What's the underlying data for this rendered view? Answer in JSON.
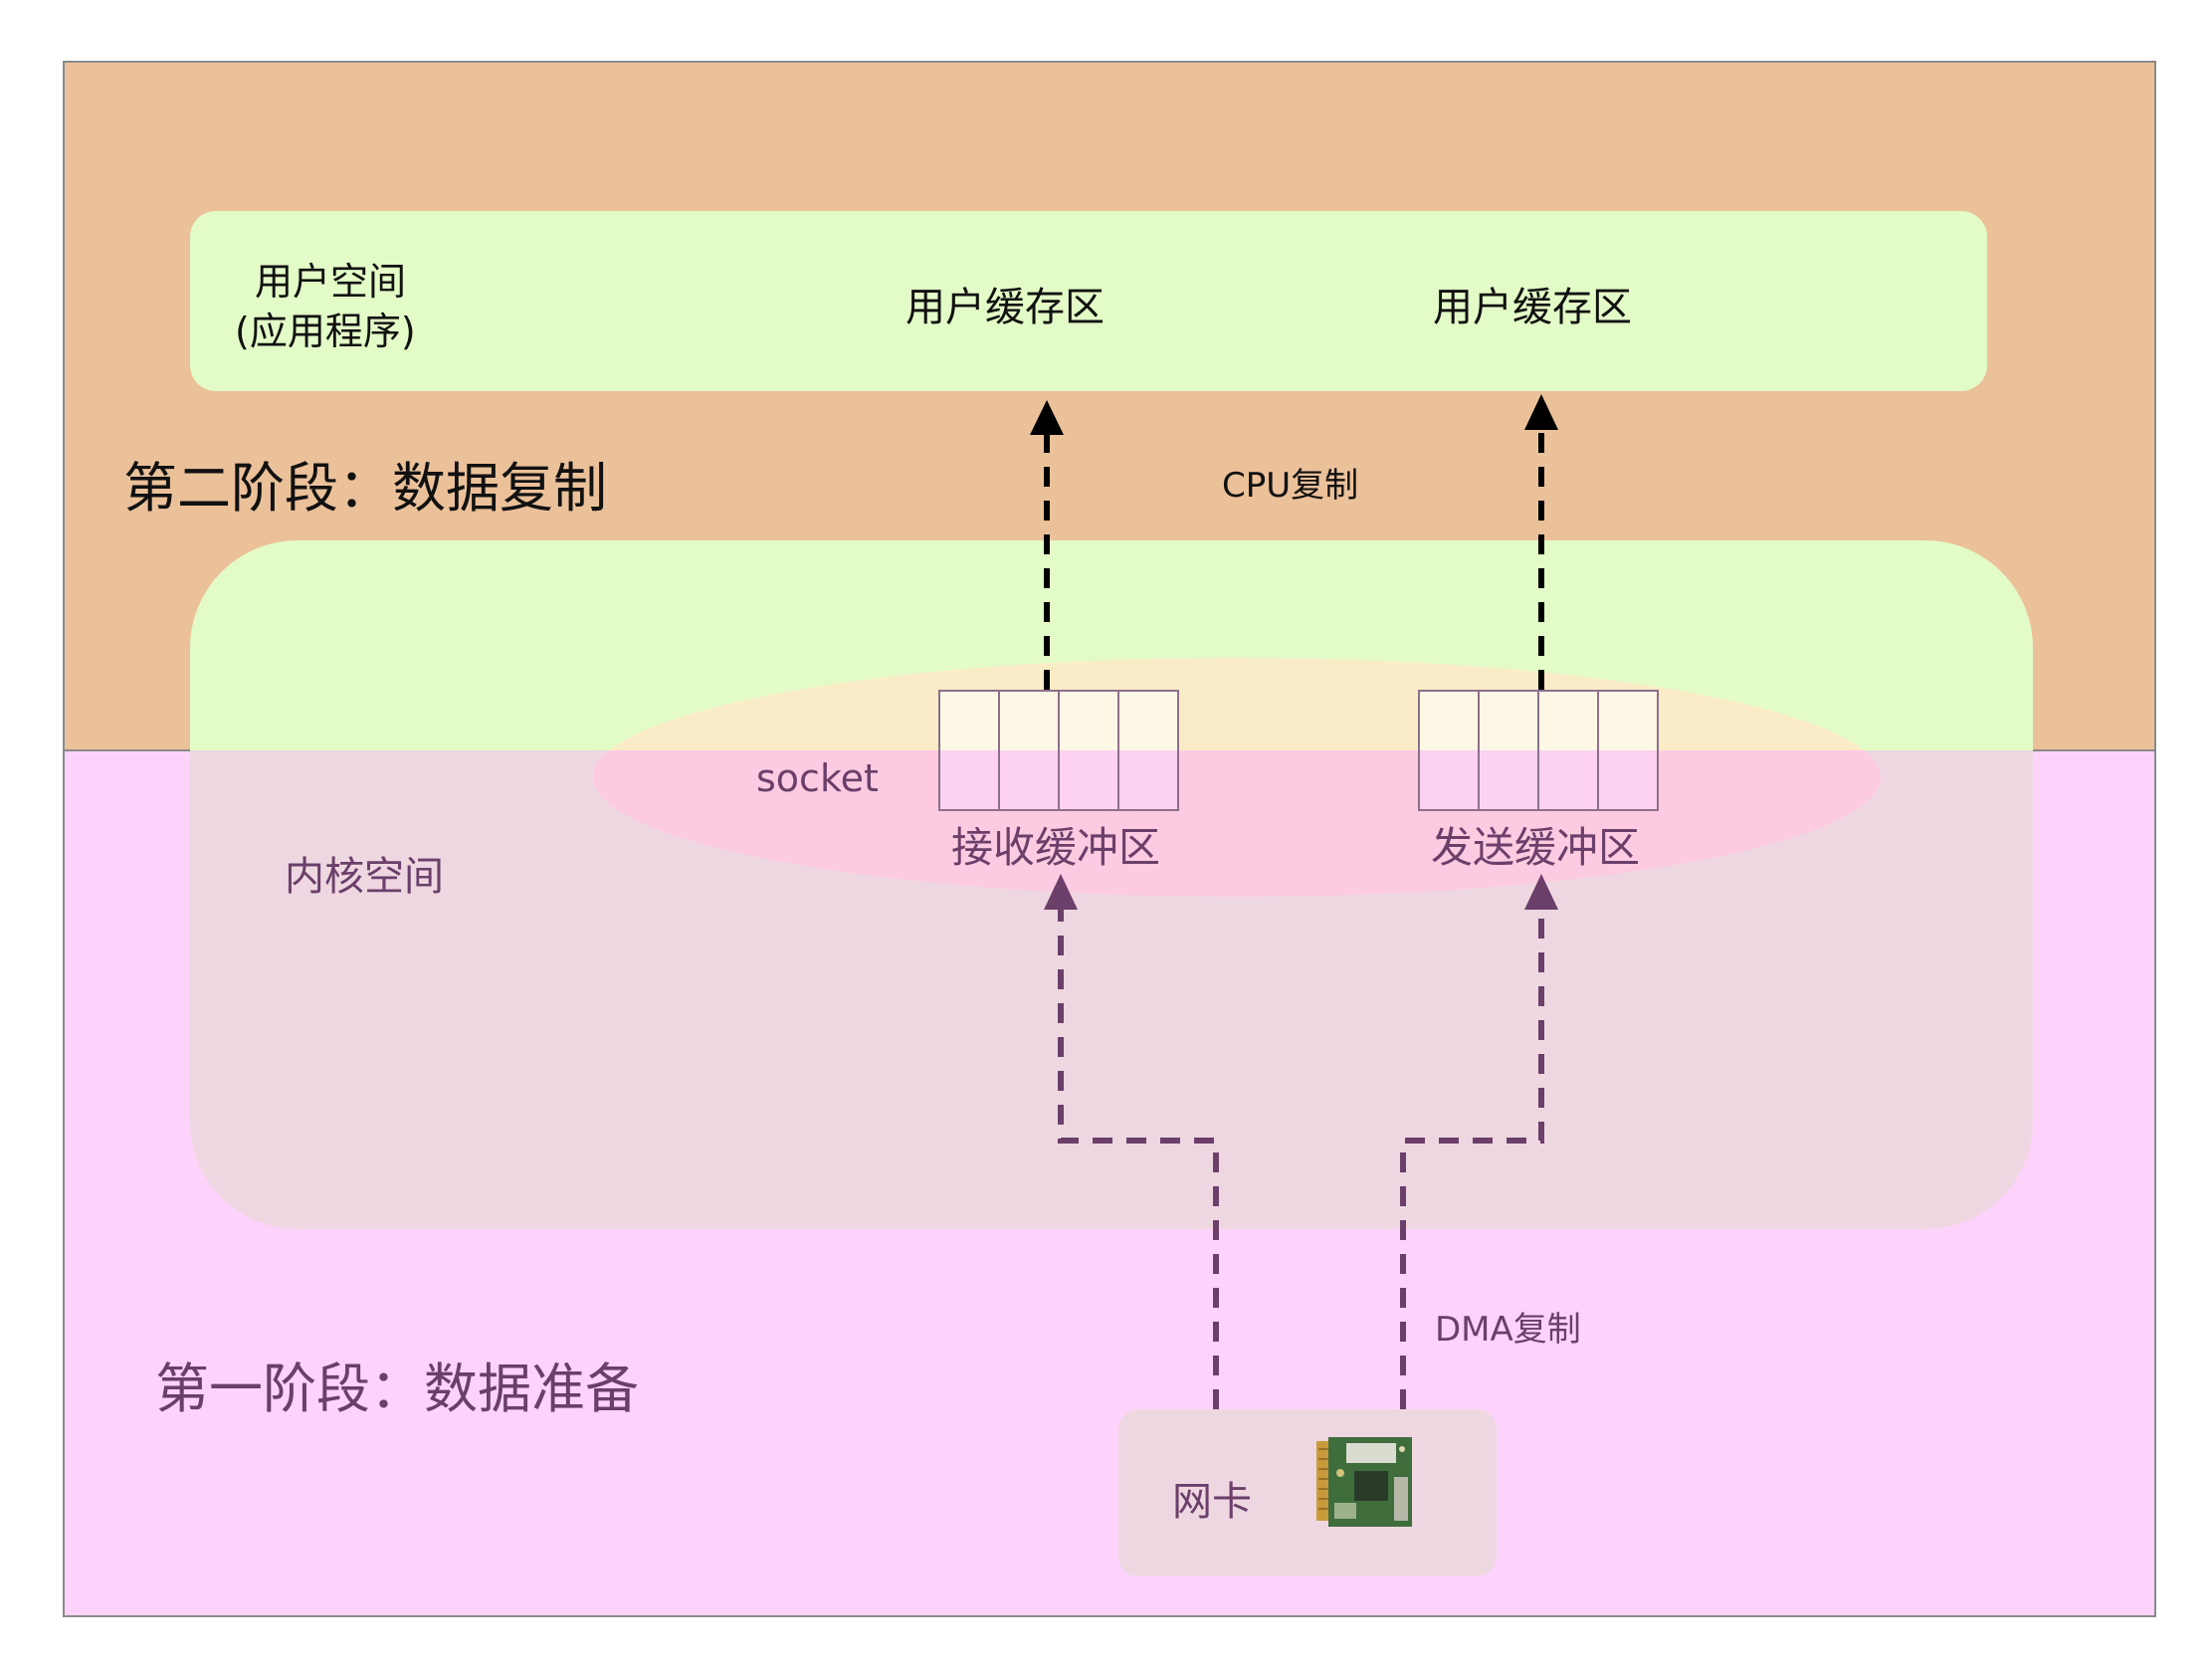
{
  "colors": {
    "stage2_bg": "#ebc19a",
    "stage1_bg": "#fdd3fc",
    "space_green": "#e3fcc7",
    "kernel_gray": "#eed7e1",
    "socket_pink": "#fdcbe1",
    "arrow_black": "#000000",
    "arrow_purple": "#6b3f6a"
  },
  "stage2": {
    "title": "第二阶段：数据复制"
  },
  "stage1": {
    "title": "第一阶段：数据准备"
  },
  "user_space": {
    "label_line1": "用户空间",
    "label_line2": "(应用程序)",
    "buffer_left": "用户缓存区",
    "buffer_right": "用户缓存区"
  },
  "cpu_copy": "CPU复制",
  "kernel_space": {
    "label": "内核空间",
    "socket": "socket",
    "recv_buffer": "接收缓冲区",
    "send_buffer": "发送缓冲区"
  },
  "dma_copy": "DMA复制",
  "nic": {
    "label": "网卡",
    "icon": "network-card-icon"
  }
}
